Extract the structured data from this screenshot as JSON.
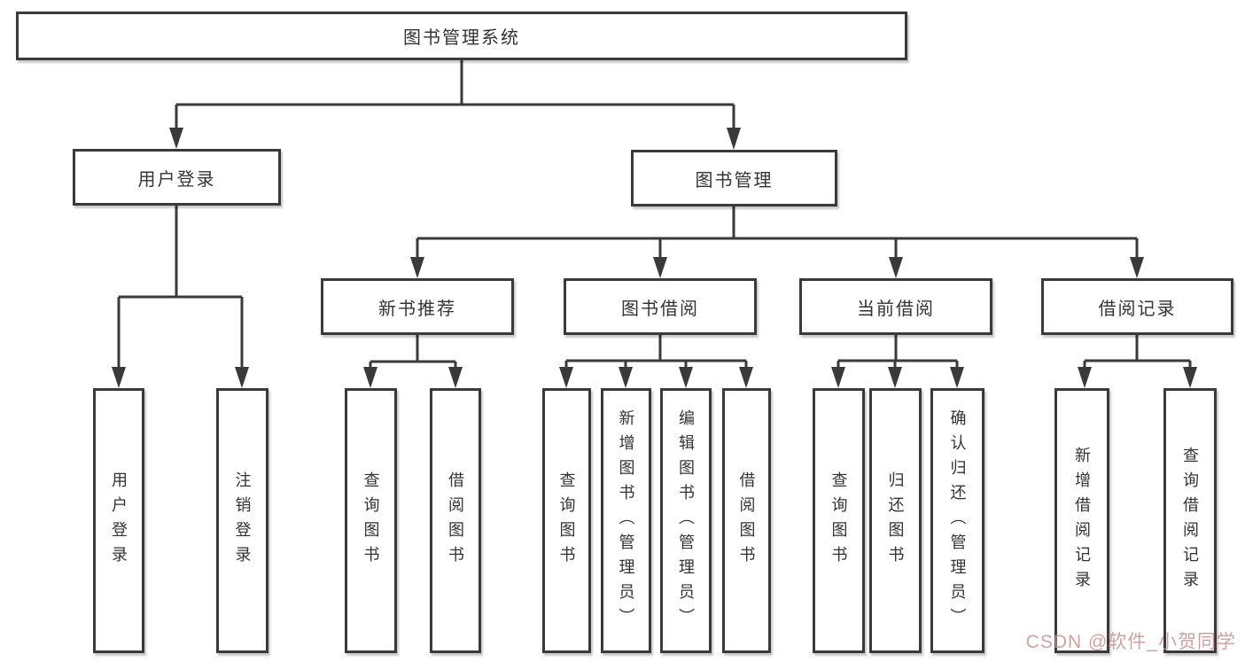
{
  "diagram": {
    "root": {
      "label": "图书管理系统"
    },
    "branches": {
      "userLogin": {
        "label": "用户登录"
      },
      "bookMgmt": {
        "label": "图书管理"
      }
    },
    "modules": {
      "newBooks": {
        "label": "新书推荐"
      },
      "bookBorrow": {
        "label": "图书借阅"
      },
      "currentBorrow": {
        "label": "当前借阅"
      },
      "borrowRecords": {
        "label": "借阅记录"
      }
    },
    "leaves": {
      "userLogin": [
        "用户登录",
        "注销登录"
      ],
      "newBooks": [
        "查询图书",
        "借阅图书"
      ],
      "bookBorrow": [
        "查询图书",
        "新增图书（管理员）",
        "编辑图书（管理员）",
        "借阅图书"
      ],
      "currentBorrow": [
        "查询图书",
        "归还图书",
        "确认归还（管理员）"
      ],
      "borrowRecords": [
        "新增借阅记录",
        "查询借阅记录"
      ]
    }
  },
  "watermark": {
    "text": "CSDN @软件_小贺同学"
  },
  "colors": {
    "line": "#3a3a3a",
    "text": "#333333",
    "box_background": "#ffffff",
    "watermark": "#c69292"
  }
}
